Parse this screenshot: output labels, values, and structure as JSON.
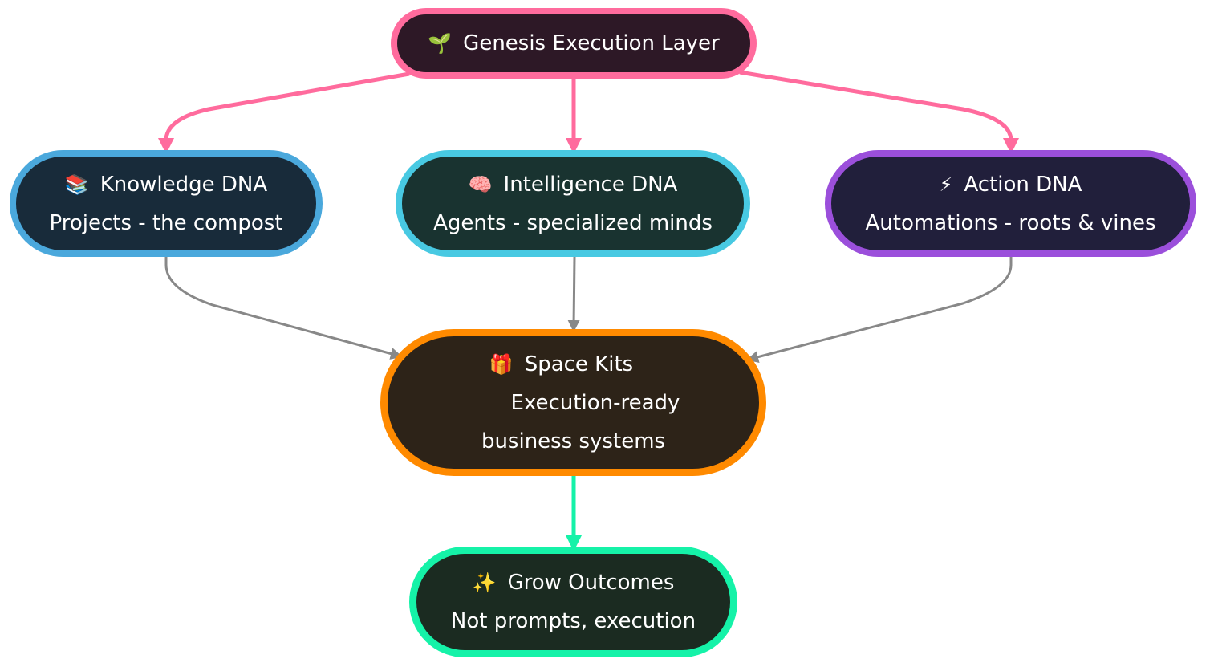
{
  "diagram": {
    "type": "flowchart",
    "direction": "top-down",
    "nodes": [
      {
        "id": "genesis",
        "icon": "🌱",
        "icon_name": "seedling-icon",
        "title": "Genesis Execution Layer",
        "subtitle": [],
        "border": "#ff6b9d",
        "fill": "#2d1826"
      },
      {
        "id": "knowledge",
        "icon": "📚",
        "icon_name": "books-icon",
        "title": "Knowledge DNA",
        "subtitle": [
          "Projects - the compost"
        ],
        "border": "#4aa8dc",
        "fill": "#182b3a"
      },
      {
        "id": "intel",
        "icon": "🧠",
        "icon_name": "brain-icon",
        "title": "Intelligence DNA",
        "subtitle": [
          "Agents - specialized minds"
        ],
        "border": "#48c9e2",
        "fill": "#193330"
      },
      {
        "id": "action",
        "icon": "⚡",
        "icon_name": "lightning-icon",
        "title": "Action DNA",
        "subtitle": [
          "Automations - roots & vines"
        ],
        "border": "#9b4fdb",
        "fill": "#211f3b"
      },
      {
        "id": "kits",
        "icon": "🎁",
        "icon_name": "gift-icon",
        "title": "Space Kits",
        "subtitle": [
          "Execution-ready",
          "business systems"
        ],
        "border": "#ff8a00",
        "fill": "#2d2318"
      },
      {
        "id": "grow",
        "icon": "✨",
        "icon_name": "sparkles-icon",
        "title": "Grow Outcomes",
        "subtitle": [
          "Not prompts, execution"
        ],
        "border": "#15f2a8",
        "fill": "#1b2b21"
      }
    ],
    "edges": [
      {
        "from": "genesis",
        "to": "knowledge",
        "color": "#ff6b9d"
      },
      {
        "from": "genesis",
        "to": "intel",
        "color": "#ff6b9d"
      },
      {
        "from": "genesis",
        "to": "action",
        "color": "#ff6b9d"
      },
      {
        "from": "knowledge",
        "to": "kits",
        "color": "#888888"
      },
      {
        "from": "intel",
        "to": "kits",
        "color": "#888888"
      },
      {
        "from": "action",
        "to": "kits",
        "color": "#888888"
      },
      {
        "from": "kits",
        "to": "grow",
        "color": "#15f2a8"
      }
    ]
  }
}
